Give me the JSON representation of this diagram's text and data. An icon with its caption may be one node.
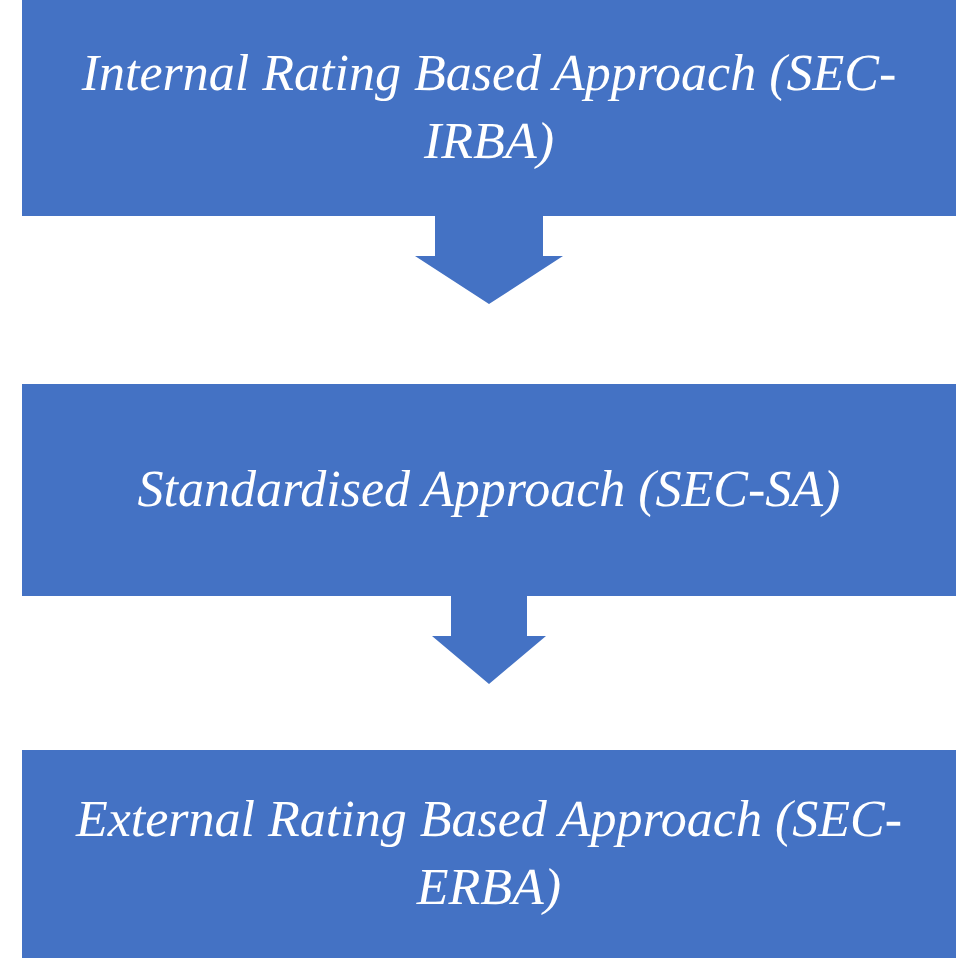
{
  "diagram": {
    "nodes": [
      {
        "text": [
          "Internal Rating Based Approach (SEC-IRBA)"
        ]
      },
      {
        "text": [
          "Standardised Approach (SEC-SA)"
        ]
      },
      {
        "text": [
          "External Rating Based Approach (SEC-ERBA)"
        ]
      }
    ],
    "edges": [
      {
        "from": 0,
        "to": 1,
        "arrow": "to"
      },
      {
        "from": 1,
        "to": 2,
        "arrow": "to"
      }
    ]
  }
}
